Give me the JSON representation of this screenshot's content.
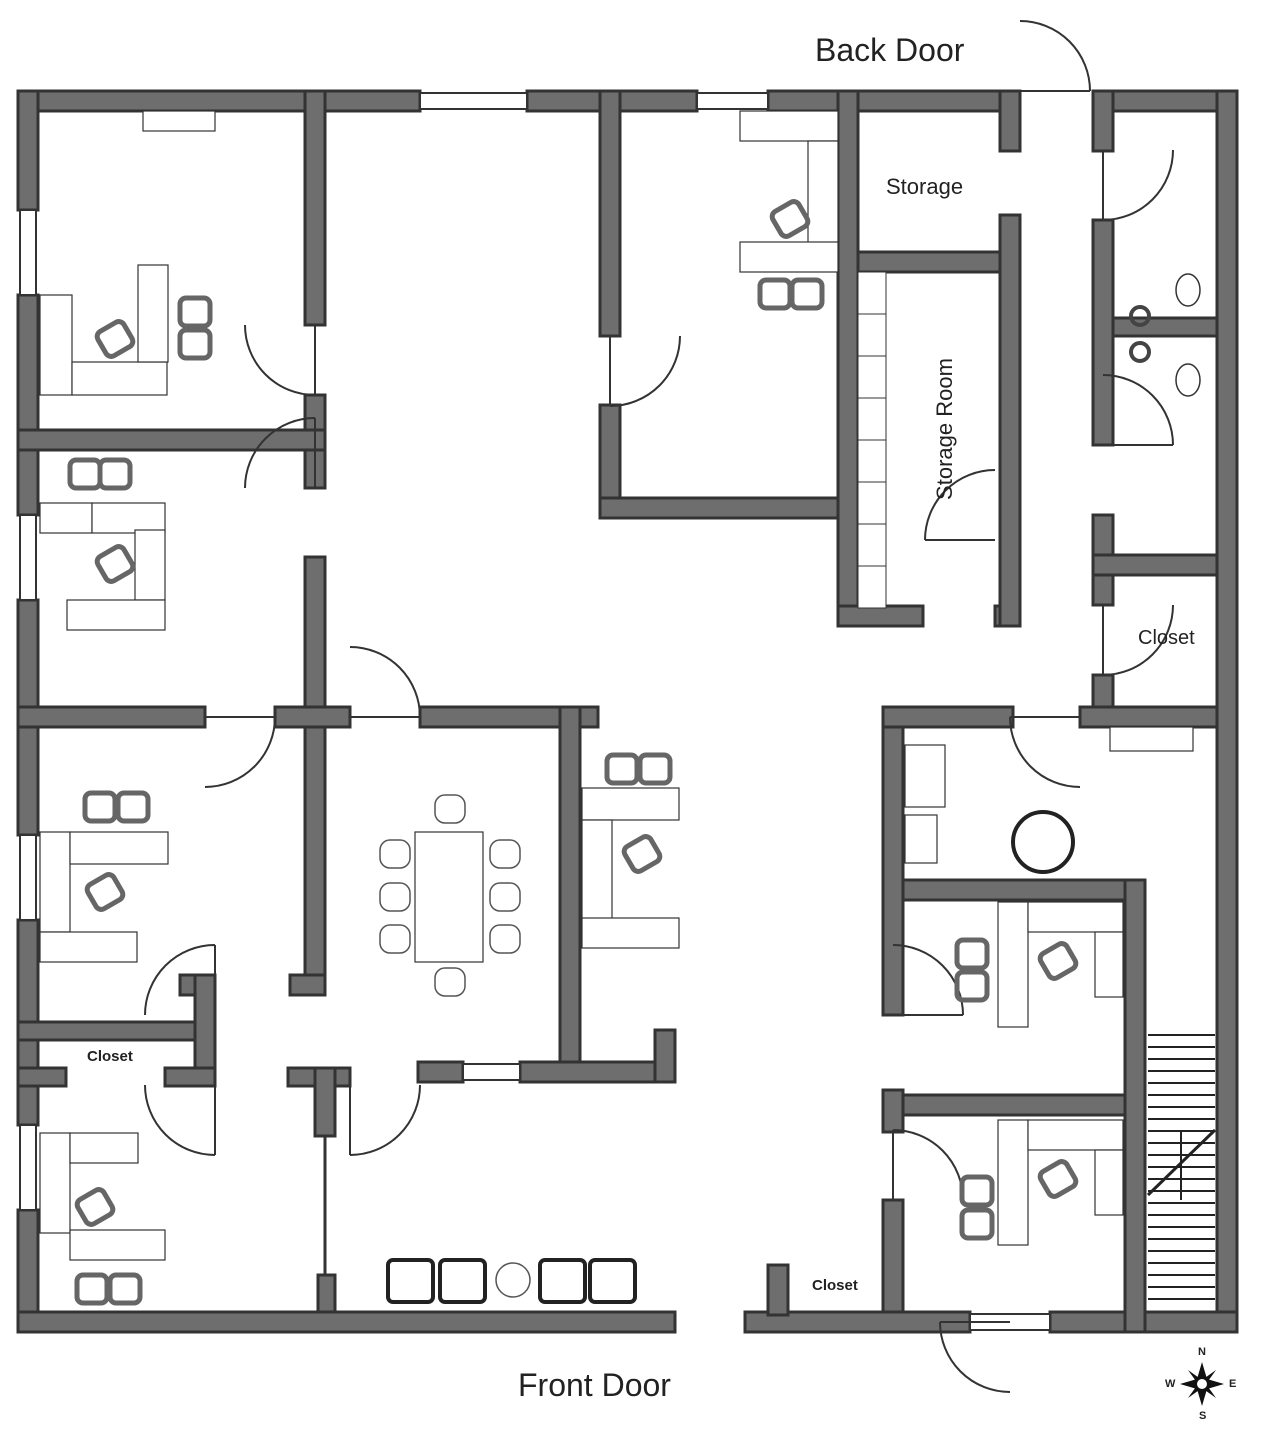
{
  "labels": {
    "back_door": "Back Door",
    "front_door": "Front Door",
    "storage": "Storage",
    "storage_room": "Storage Room",
    "closet_east": "Closet",
    "closet_west": "Closet",
    "closet_front": "Closet"
  },
  "compass": {
    "n": "N",
    "e": "E",
    "s": "S",
    "w": "W"
  },
  "colors": {
    "wall_fill": "#6e6e6e",
    "wall_outline": "#333333",
    "furniture": "#666666"
  }
}
